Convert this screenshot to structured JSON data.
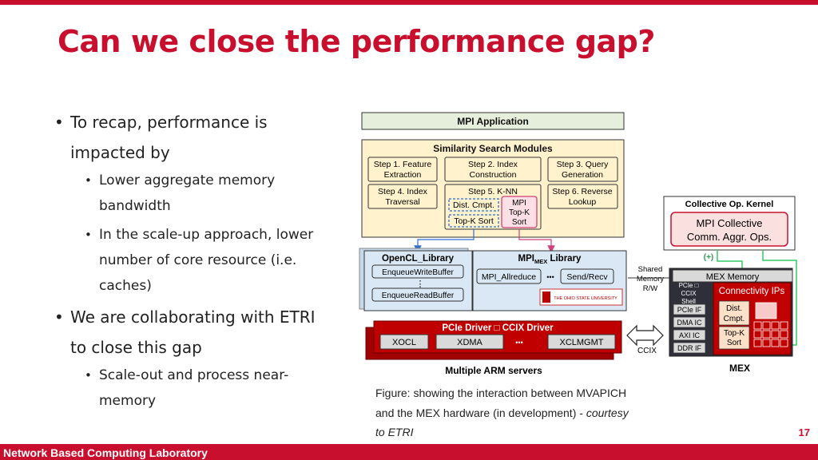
{
  "slide": {
    "title": "Can we close the performance gap?",
    "footer": "Network Based Computing Laboratory",
    "page_number": "17"
  },
  "bullets": {
    "b1_line1": "To recap, performance is",
    "b1_line2": "impacted by",
    "b1a_line1": "Lower aggregate memory",
    "b1a_line2": "bandwidth",
    "b1b_line1": "In the scale-up approach, lower",
    "b1b_line2": "number of core resource (i.e.",
    "b1b_line3": "caches)",
    "b2_line1": "We are collaborating with ETRI",
    "b2_line2": "to close this gap",
    "b2a_line1": "Scale-out and process near-",
    "b2a_line2": "memory"
  },
  "caption": {
    "line1": "Figure: showing the interaction between MVAPICH",
    "line2": "and the MEX hardware (in development)  - ",
    "line2_italic": "courtesy",
    "line3_italic": "to ETRI"
  },
  "diagram": {
    "mpi_app": "MPI Application",
    "ssm_title": "Similarity Search Modules",
    "step1_l1": "Step 1. Feature",
    "step1_l2": "Extraction",
    "step2_l1": "Step 2. Index",
    "step2_l2": "Construction",
    "step3_l1": "Step 3. Query",
    "step3_l2": "Generation",
    "step4_l1": "Step 4. Index",
    "step4_l2": "Traversal",
    "step5": "Step 5. K-NN",
    "dist_cmpt": "Dist. Cmpt.",
    "topk_sort": "Top-K Sort",
    "mpi_topk_l1": "MPI",
    "mpi_topk_l2": "Top-K",
    "mpi_topk_l3": "Sort",
    "step6_l1": "Step 6. Reverse",
    "step6_l2": "Lookup",
    "opencl_lib": "OpenCL_Library",
    "enqueue_write": "EnqueueWriteBuffer",
    "enqueue_read": "EnqueueReadBuffer",
    "mpi_mex_lib_pre": "MPI",
    "mpi_mex_lib_sub": "MEX",
    "mpi_mex_lib_post": " Library",
    "mpi_allreduce": "MPI_Allreduce",
    "send_recv": "Send/Recv",
    "osu_logo": "THE OHIO STATE UNIVERSITY",
    "pcie_driver": "PCIe Driver □ CCIX Driver",
    "xocl": "XOCL",
    "xdma": "XDMA",
    "xclmgmt": "XCLMGMT",
    "multi_arm": "Multiple ARM servers",
    "ccix": "CCIX",
    "shared_mem_l1": "Shared",
    "shared_mem_l2": "Memory",
    "shared_mem_l3": "R/W",
    "coll_kernel": "Collective Op. Kernel",
    "mpi_coll_l1": "MPI Collective",
    "mpi_coll_l2": "Comm. Aggr. Ops.",
    "plus": "(+)",
    "mex_memory": "MEX Memory",
    "pcie_shell_l1": "PCIe □",
    "pcie_shell_l2": "CCIX",
    "pcie_shell_l3": "Shell",
    "conn_ips": "Connectivity IPs",
    "pcie_if": "PCIe IF",
    "dma_ic": "DMA IC",
    "axi_ic": "AXI IC",
    "ddr_if": "DDR IF",
    "dist_cmpt2_l1": "Dist.",
    "dist_cmpt2_l2": "Cmpt.",
    "topk2_l1": "Top-K",
    "topk2_l2": "Sort",
    "mex": "MEX",
    "dots": "•••",
    "vdots": "⋮"
  },
  "colors": {
    "accent_red": "#c8102e",
    "app_green": "#e6efdc",
    "module_yellow": "#fff2cc",
    "library_blue": "#dae8f5",
    "driver_red": "#c00000",
    "kernel_pink": "#fbe0e0",
    "link_green": "#33cc66"
  }
}
